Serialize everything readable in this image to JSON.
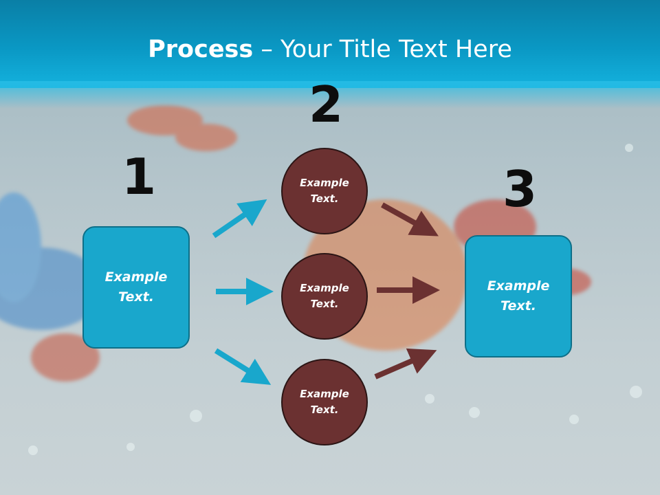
{
  "title": {
    "bold": "Process",
    "rest": " – Your Title Text Here"
  },
  "steps": [
    {
      "number": "1"
    },
    {
      "number": "2"
    },
    {
      "number": "3"
    }
  ],
  "boxes": [
    {
      "label": "Example\nText."
    },
    {
      "label": "Example\nText."
    }
  ],
  "circles": [
    {
      "label": "Example\nText."
    },
    {
      "label": "Example\nText."
    },
    {
      "label": "Example\nText."
    }
  ],
  "colors": {
    "header": "#0a98c4",
    "box": "#19a7cc",
    "circle": "#6b3131",
    "arrow_blue": "#19a7cc",
    "arrow_brown": "#6b3131"
  }
}
